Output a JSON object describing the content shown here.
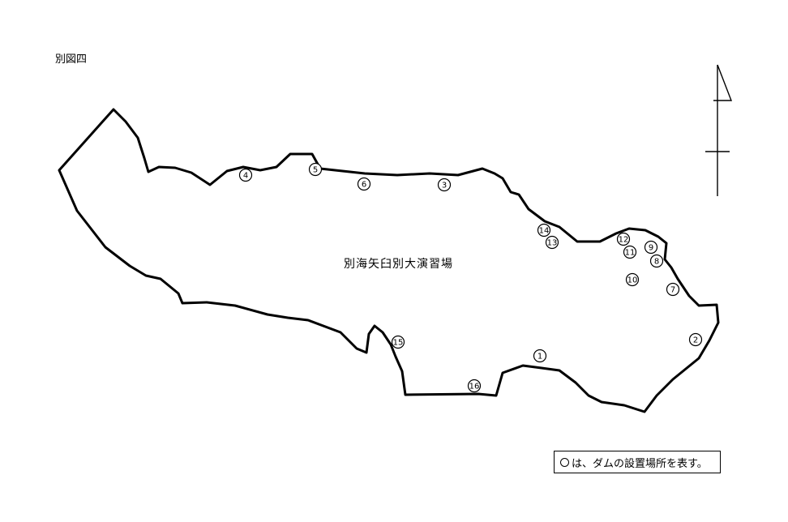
{
  "figure_label": "別図四",
  "site_name": "別海矢臼別大演習場",
  "legend": {
    "symbol": "circle-symbol",
    "text": "は、ダムの設置場所を表す。"
  },
  "north_arrow": "north-arrow-icon",
  "dam_markers": [
    {
      "label": "①",
      "id": 1
    },
    {
      "label": "②",
      "id": 2
    },
    {
      "label": "③",
      "id": 3
    },
    {
      "label": "④",
      "id": 4
    },
    {
      "label": "⑤",
      "id": 5
    },
    {
      "label": "⑥",
      "id": 6
    },
    {
      "label": "⑦",
      "id": 7
    },
    {
      "label": "⑧",
      "id": 8
    },
    {
      "label": "⑨",
      "id": 9
    },
    {
      "label": "⑩",
      "id": 10
    },
    {
      "label": "⑪",
      "id": 11
    },
    {
      "label": "⑫",
      "id": 12
    },
    {
      "label": "⑬",
      "id": 13
    },
    {
      "label": "⑭",
      "id": 14
    },
    {
      "label": "⑮",
      "id": 15
    },
    {
      "label": "⑯",
      "id": 16
    }
  ]
}
